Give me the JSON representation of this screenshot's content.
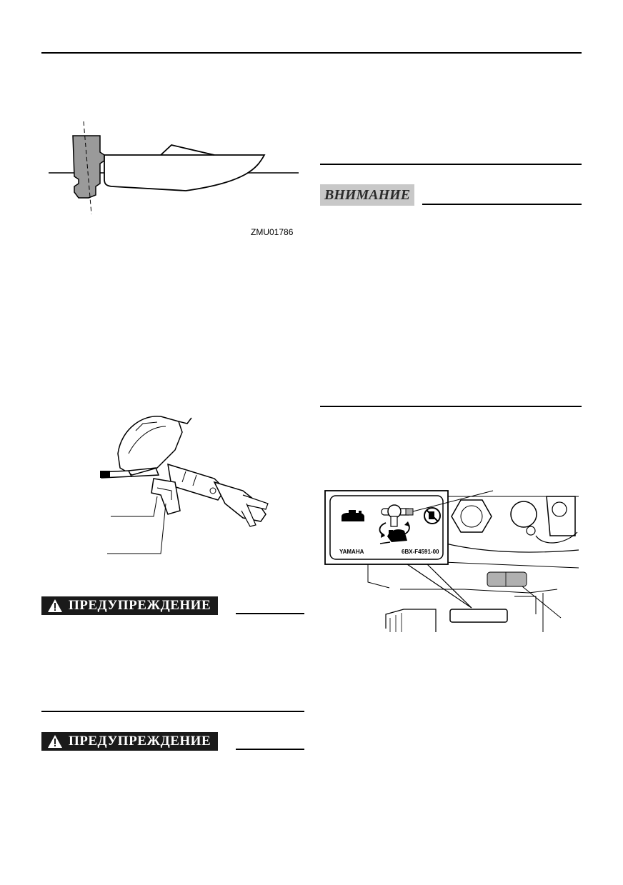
{
  "figures": {
    "boat_trim": {
      "code": "ZMU01786"
    },
    "label": {
      "brand": "YAMAHA",
      "part_number": "6BX-F4591-00"
    }
  },
  "warnings": [
    {
      "label": "ПРЕДУПРЕЖДЕНИЕ"
    },
    {
      "label": "ПРЕДУПРЕЖДЕНИЕ"
    }
  ],
  "notice": {
    "label": "ВНИМАНИЕ"
  }
}
